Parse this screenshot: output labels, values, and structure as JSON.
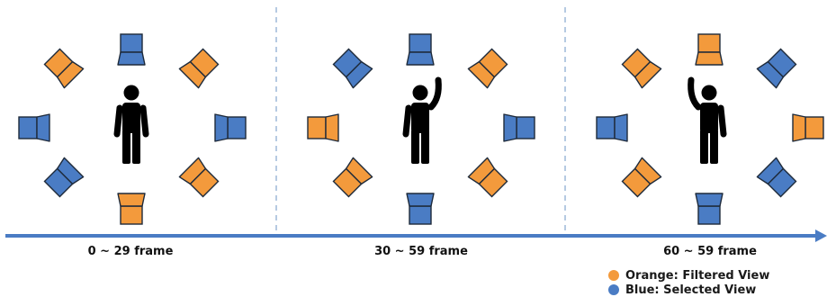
{
  "colors": {
    "orange": "#F39A3C",
    "blue": "#4A7CC4",
    "outline": "#1e2a3a",
    "timeline": "#4A7CC4",
    "divider": "#9DB8D8",
    "person": "#000000"
  },
  "panels": [
    {
      "label": "0 ~ 29 frame",
      "pose": "neutral",
      "cameras": {
        "top": "blue",
        "top_right": "orange",
        "right": "blue",
        "bottom_right": "orange",
        "bottom": "orange",
        "bottom_left": "blue",
        "left": "blue",
        "top_left": "orange"
      }
    },
    {
      "label": "30 ~ 59 frame",
      "pose": "right-arm-raised",
      "cameras": {
        "top": "blue",
        "top_right": "orange",
        "right": "blue",
        "bottom_right": "orange",
        "bottom": "blue",
        "bottom_left": "orange",
        "left": "orange",
        "top_left": "blue"
      }
    },
    {
      "label": "60 ~ 59 frame",
      "pose": "left-arm-raised",
      "cameras": {
        "top": "orange",
        "top_right": "blue",
        "right": "orange",
        "bottom_right": "blue",
        "bottom": "blue",
        "bottom_left": "orange",
        "left": "blue",
        "top_left": "orange"
      }
    }
  ],
  "legend": [
    {
      "label": "Orange: Filtered View",
      "color": "orange"
    },
    {
      "label": "Blue: Selected View",
      "color": "blue"
    }
  ]
}
